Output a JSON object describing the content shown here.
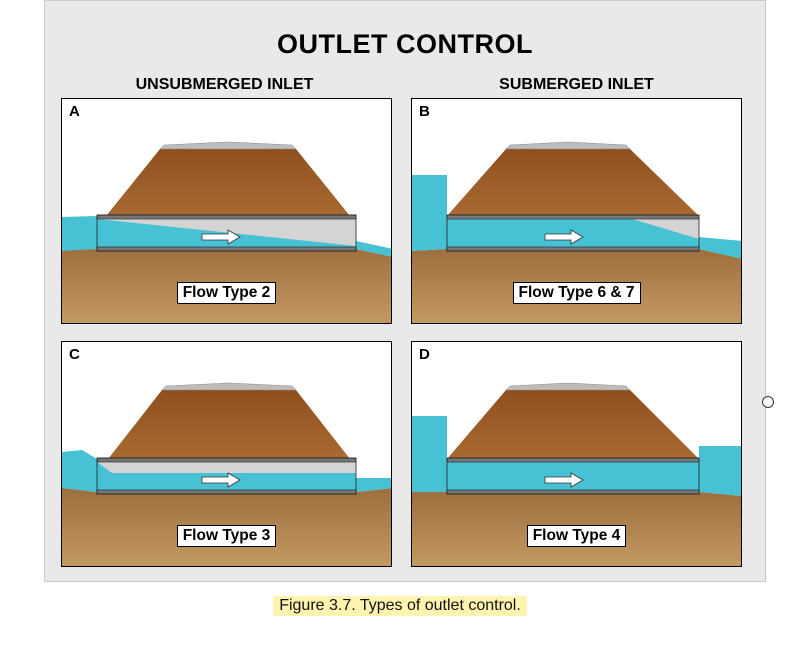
{
  "title": "OUTLET CONTROL",
  "columns": {
    "left": "UNSUBMERGED INLET",
    "right": "SUBMERGED INLET"
  },
  "panels": [
    {
      "letter": "A",
      "flow_type": "Flow Type 2"
    },
    {
      "letter": "B",
      "flow_type": "Flow Type 6 & 7"
    },
    {
      "letter": "C",
      "flow_type": "Flow Type 3"
    },
    {
      "letter": "D",
      "flow_type": "Flow Type 4"
    }
  ],
  "caption": "Figure 3.7.  Types of outlet control.",
  "colors": {
    "water": "#47c1d4",
    "embankment": "#9a5a25",
    "ground": "#a77a45",
    "road": "#bdbdbd",
    "pipe_air": "#d4d4d4",
    "caption_highlight": "#fff3b0"
  }
}
